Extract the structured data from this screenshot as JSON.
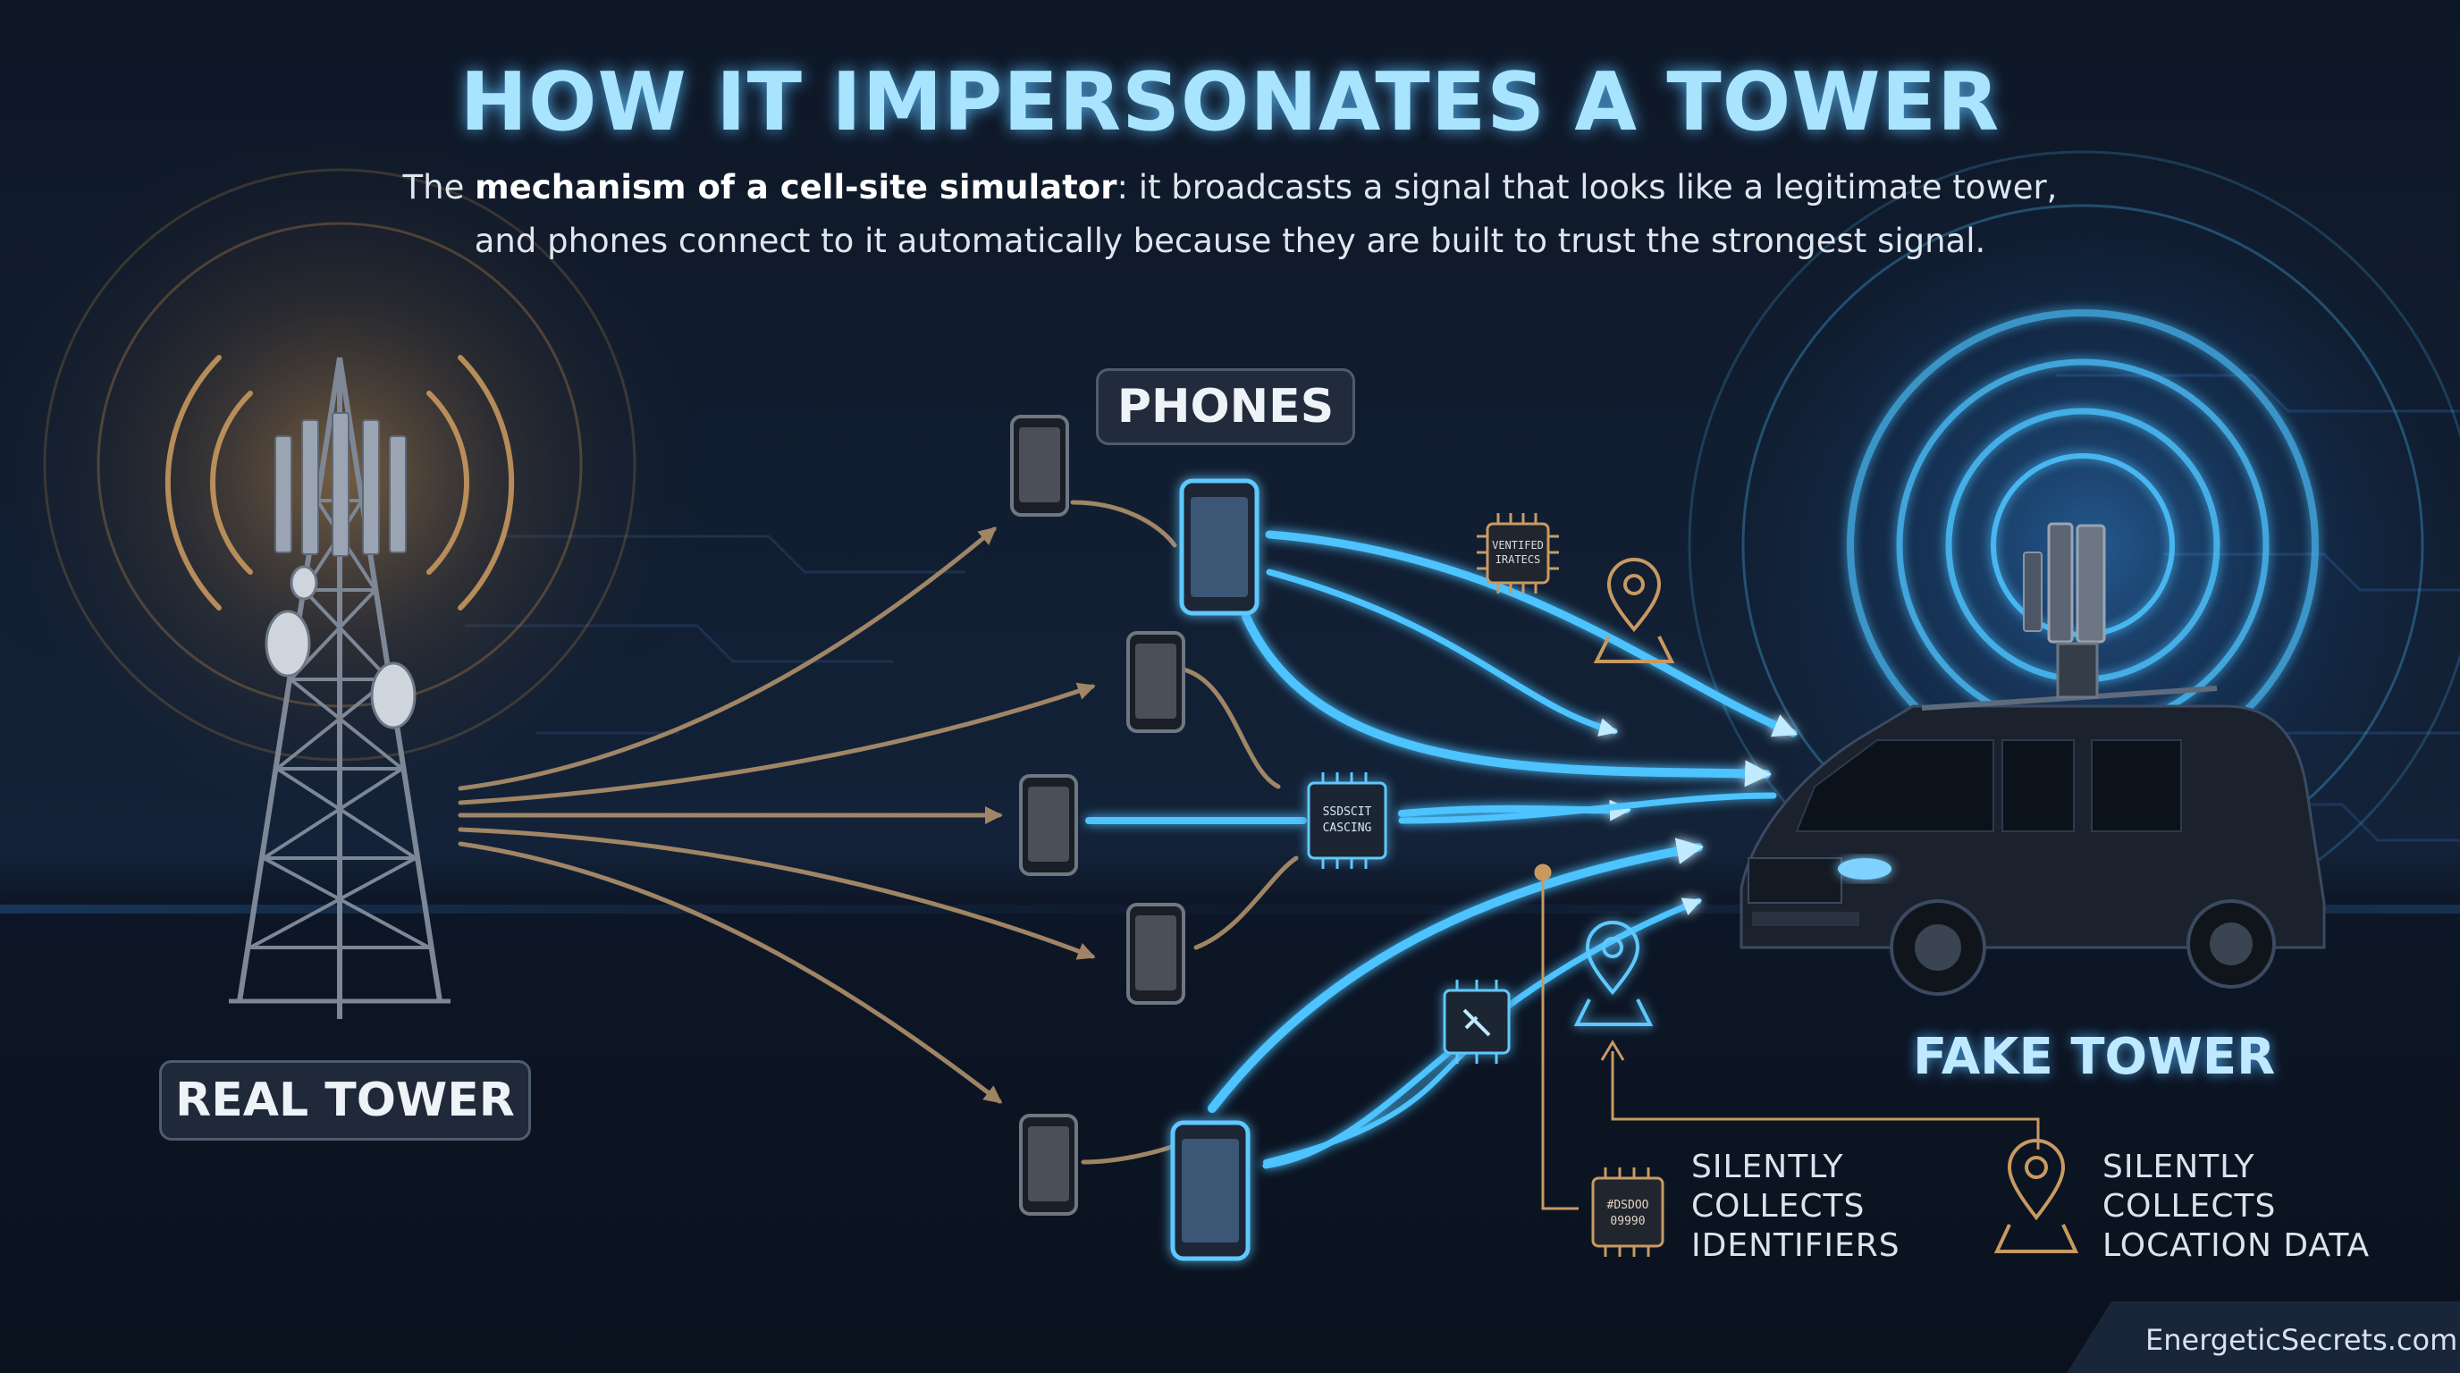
{
  "header": {
    "title": "HOW IT IMPERSONATES A TOWER",
    "subtitle": {
      "line1_prefix": "The ",
      "line1_bold": "mechanism of a cell-site simulator",
      "line1_suffix": ": it broadcasts a signal that looks like a legitimate tower,",
      "line2": "and phones connect to it automatically because they are built to trust the strongest signal."
    }
  },
  "labels": {
    "real_tower": "REAL TOWER",
    "phones": "PHONES",
    "fake_tower": "FAKE TOWER"
  },
  "chip_texts": {
    "top": [
      "VENTIFED",
      "IRATECS"
    ],
    "middle": [
      "SSDSCIT",
      "CASCING"
    ],
    "bottom_left": [
      "#DSDOO",
      "09990"
    ]
  },
  "notes": {
    "identifiers": [
      "SILENTLY",
      "COLLECTS",
      "IDENTIFIERS"
    ],
    "location": [
      "SILENTLY",
      "COLLECTS",
      "LOCATION DATA"
    ]
  },
  "brand": "EnergeticSecrets.com",
  "colors": {
    "background": "#0c1524",
    "real_signal": "#b0916c",
    "fake_signal": "#4ec3ff",
    "title_glow": "#a9e4ff"
  },
  "icons": [
    "cell-tower-icon",
    "phone-icon",
    "chip-icon",
    "location-pin-icon",
    "van-icon",
    "antenna-icon"
  ]
}
